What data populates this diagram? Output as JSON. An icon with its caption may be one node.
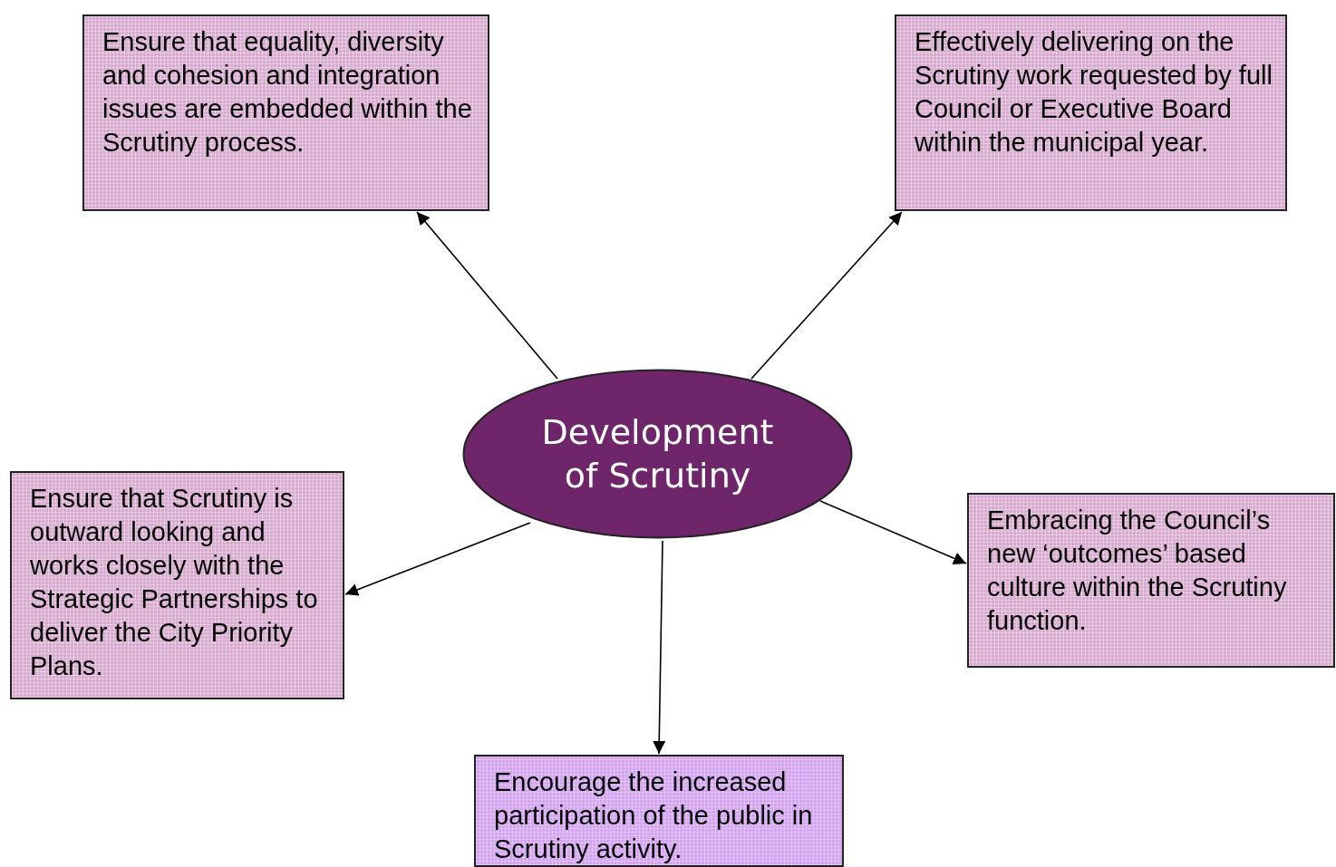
{
  "diagram": {
    "nodes": [
      {
        "text": [
          "Ensure that equality, diversity and cohesion and integration issues are embedded within the Scrutiny process."
        ]
      },
      {
        "text": [
          "Effectively delivering on the Scrutiny work requested by full Council or Executive Board within the municipal year."
        ]
      },
      {
        "text": [
          "Development of Scrutiny"
        ]
      },
      {
        "text": [
          "Ensure that Scrutiny is outward looking and works closely with the Strategic Partnerships to deliver the City Priority Plans."
        ]
      },
      {
        "text": [
          "Embracing the Council’s new ‘outcomes’ based culture within the Scrutiny function."
        ]
      },
      {
        "text": [
          "Encourage the increased participation of the public in Scrutiny activity."
        ]
      }
    ],
    "edges": [
      {
        "from": 2,
        "to": 0,
        "arrow": "to"
      },
      {
        "from": 2,
        "to": 1,
        "arrow": "to"
      },
      {
        "from": 2,
        "to": 3,
        "arrow": "to"
      },
      {
        "from": 2,
        "to": 4,
        "arrow": "to"
      },
      {
        "from": 2,
        "to": 5,
        "arrow": "to"
      }
    ]
  }
}
